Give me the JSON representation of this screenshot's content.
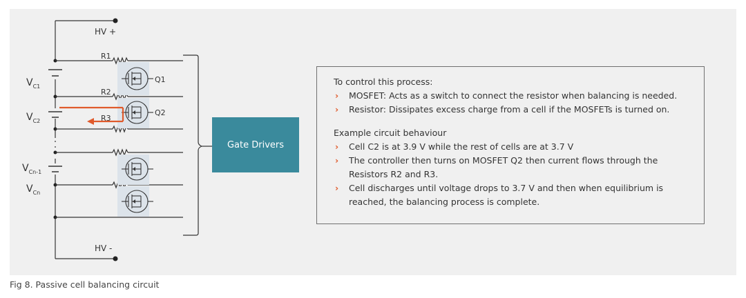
{
  "circuit": {
    "hv_plus": "HV +",
    "hv_minus": "HV -",
    "resistors": [
      "R1",
      "R2",
      "R3"
    ],
    "transistors": [
      "Q1",
      "Q2"
    ],
    "cells": [
      {
        "main": "V",
        "sub": "C1"
      },
      {
        "main": "V",
        "sub": "C2"
      },
      {
        "main": "V",
        "sub": "Cn-1"
      },
      {
        "main": "V",
        "sub": "Cn"
      }
    ],
    "gate_drivers_label": "Gate Drivers",
    "colors": {
      "accent": "#e05a2b",
      "teal": "#3a8a9c",
      "wire": "#333333"
    }
  },
  "info": {
    "section1_title": "To control this process:",
    "section1_items": [
      "MOSFET: Acts as a switch to connect the resistor when balancing is needed.",
      "Resistor: Dissipates excess charge from a cell if the MOSFETs is turned on."
    ],
    "section2_title": "Example circuit behaviour",
    "section2_items": [
      "Cell C2 is at 3.9 V while the rest of cells are at 3.7 V",
      "The controller then turns on MOSFET Q2 then current flows through the Resistors R2 and R3.",
      "Cell discharges until voltage drops to 3.7 V and then when equilibrium is reached, the balancing process is complete."
    ],
    "bullet_glyph": "›"
  },
  "caption": "Fig 8. Passive cell balancing circuit"
}
